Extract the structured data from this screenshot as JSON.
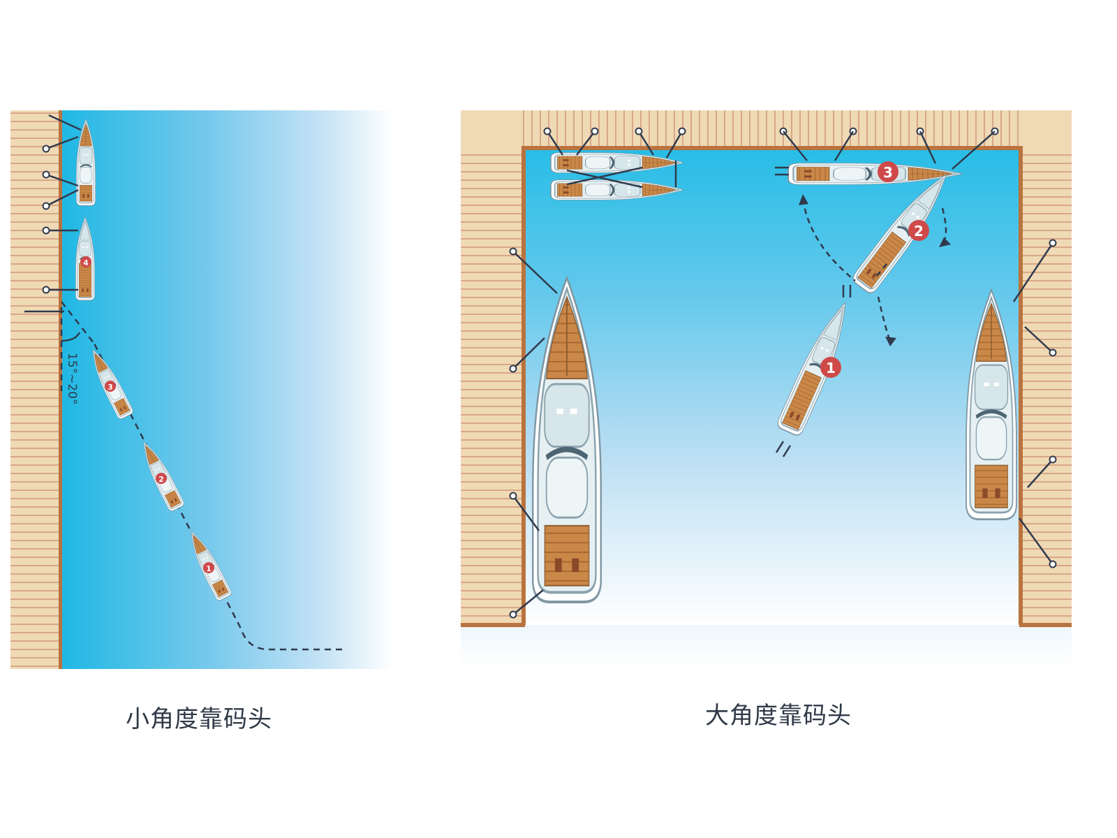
{
  "panels": {
    "left": {
      "caption": "小角度靠码头",
      "angle_label": "15°~20°",
      "boat_numbers": [
        "1",
        "2",
        "3",
        "4"
      ]
    },
    "right": {
      "caption": "大角度靠码头",
      "boat_numbers": [
        "1",
        "2",
        "3"
      ]
    }
  },
  "colors": {
    "dock": "#f0d9b5",
    "dock_plank": "#d8a787",
    "dock_edge": "#b9733e",
    "water_deep": "#27bde6",
    "water_light": "#c8e3f4",
    "hull": "#e6f0f3",
    "hull_outline": "#7f97a3",
    "wood": "#c98848",
    "badge": "#cf4949",
    "line": "#2f3a4c"
  }
}
